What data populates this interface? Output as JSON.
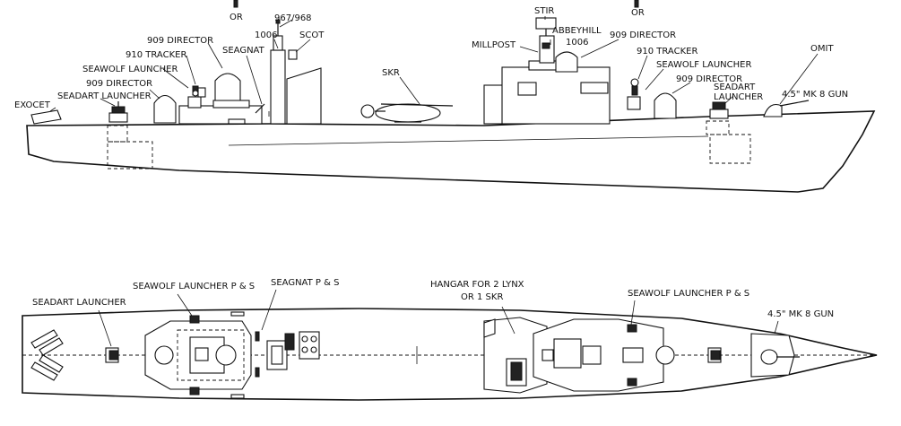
{
  "side_view": {
    "labels": {
      "or_left": "OR",
      "or_right": "OR",
      "r_967_968": "967/968",
      "r_1006_fwd": "1006",
      "scot": "SCOT",
      "stir": "STIR",
      "abbeyhill": "ABBEYHILL",
      "r_1006_aft": "1006",
      "millpost": "MILLPOST",
      "director_909_top_left": "909 DIRECTOR",
      "director_909_top_right": "909 DIRECTOR",
      "seagnat": "SEAGNAT",
      "tracker_910_left": "910 TRACKER",
      "tracker_910_right": "910 TRACKER",
      "seawolf_left": "SEAWOLF LAUNCHER",
      "seawolf_right": "SEAWOLF LAUNCHER",
      "director_909_low_left": "909 DIRECTOR",
      "director_909_low_right": "909 DIRECTOR",
      "seadart_left": "SEADART LAUNCHER",
      "seadart_right_1": "SEADART",
      "seadart_right_2": "LAUNCHER",
      "exocet": "EXOCET",
      "skr": "SKR",
      "omit": "OMIT",
      "gun": "4.5\" MK 8 GUN"
    }
  },
  "plan_view": {
    "labels": {
      "seadart": "SEADART LAUNCHER",
      "seawolf_fwd": "SEAWOLF LAUNCHER P & S",
      "seagnat": "SEAGNAT   P & S",
      "hangar_1": "HANGAR FOR 2 LYNX",
      "hangar_2": "OR 1 SKR",
      "seawolf_aft": "SEAWOLF LAUNCHER P & S",
      "gun": "4.5\" MK 8 GUN"
    }
  }
}
